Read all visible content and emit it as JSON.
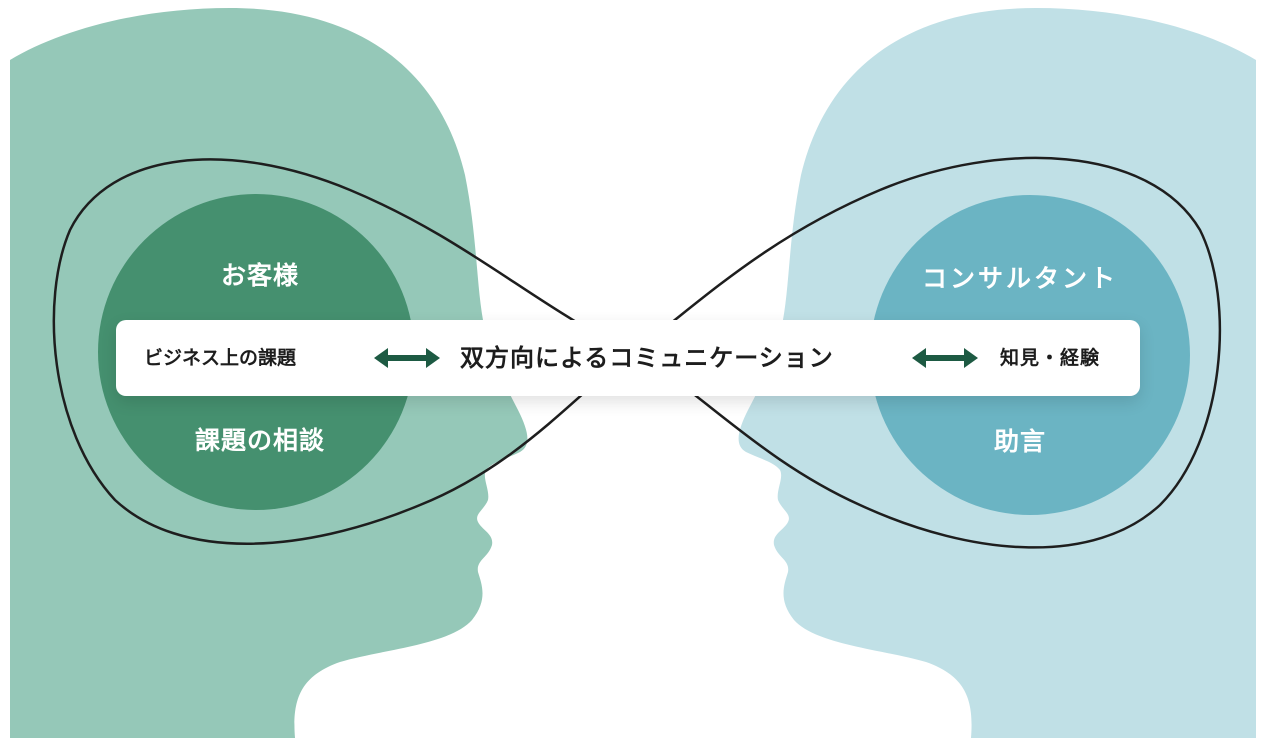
{
  "colors": {
    "customer_head": "#95c8b8",
    "customer_circle": "#45906f",
    "consultant_head": "#c0e0e6",
    "consultant_circle": "#6bb4c3",
    "loop_line": "#1e1e1e",
    "arrow": "#1d5a43",
    "banner_text": "#1d1d1d"
  },
  "customer": {
    "title": "お客様",
    "subtitle": "課題の相談"
  },
  "consultant": {
    "title": "コンサルタント",
    "subtitle": "助言"
  },
  "banner": {
    "left_text": "ビジネス上の課題",
    "center_text": "双方向によるコミュニケーション",
    "right_text": "知見・経験"
  },
  "icons": [
    "left-right-arrow-icon",
    "left-right-arrow-icon"
  ]
}
